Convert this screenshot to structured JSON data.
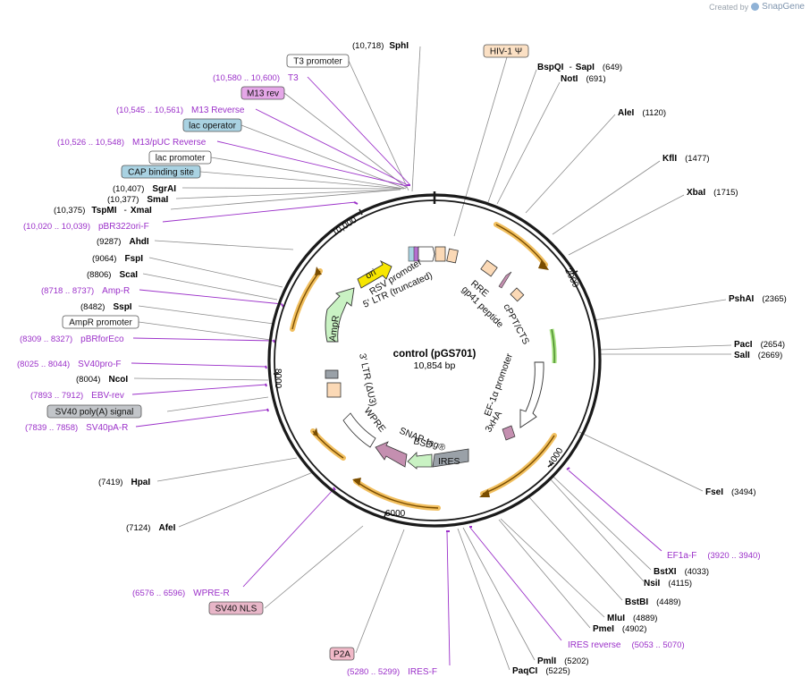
{
  "credit": {
    "prefix": "Created by",
    "brand": "SnapGene"
  },
  "center": {
    "title": "control (pGS701)",
    "subtitle": "10,854 bp"
  },
  "ticks": [
    "2000",
    "4000",
    "6000",
    "8000",
    "10,000"
  ],
  "inner_labels": {
    "rsv": "RSV promoter",
    "ltr5": "5' LTR (truncated)",
    "rre": "RRE",
    "gp41": "gp41 peptide",
    "cppt": "cPPT/CTS",
    "ef1a": "EF-1α promoter",
    "ha": "3xHA",
    "snap": "SNAP-tag®",
    "bsd": "BSD",
    "ires": "IRES",
    "wpre": "WPRE",
    "ltr3": "3' LTR (ΔU3)",
    "ampr": "AmpR",
    "ori": "ori"
  },
  "enzymes": [
    {
      "id": "sphi",
      "name": "SphI",
      "pos": "(10,718)"
    },
    {
      "id": "bspqi",
      "name": "BspQI",
      "sep": "-",
      "name2": "SapI",
      "pos": "(649)"
    },
    {
      "id": "noti",
      "name": "NotI",
      "pos": "(691)"
    },
    {
      "id": "alei",
      "name": "AleI",
      "pos": "(1120)"
    },
    {
      "id": "kfli",
      "name": "KflI",
      "pos": "(1477)"
    },
    {
      "id": "xbai",
      "name": "XbaI",
      "pos": "(1715)"
    },
    {
      "id": "pshai",
      "name": "PshAI",
      "pos": "(2365)"
    },
    {
      "id": "paci",
      "name": "PacI",
      "pos": "(2654)"
    },
    {
      "id": "sali",
      "name": "SalI",
      "pos": "(2669)"
    },
    {
      "id": "fsei",
      "name": "FseI",
      "pos": "(3494)"
    },
    {
      "id": "bstxi",
      "name": "BstXI",
      "pos": "(4033)"
    },
    {
      "id": "nsii",
      "name": "NsiI",
      "pos": "(4115)"
    },
    {
      "id": "bstbi",
      "name": "BstBI",
      "pos": "(4489)"
    },
    {
      "id": "mlui",
      "name": "MluI",
      "pos": "(4889)"
    },
    {
      "id": "pmei",
      "name": "PmeI",
      "pos": "(4902)"
    },
    {
      "id": "pmli",
      "name": "PmlI",
      "pos": "(5202)"
    },
    {
      "id": "paqci",
      "name": "PaqCI",
      "pos": "(5225)"
    },
    {
      "id": "afei",
      "name": "AfeI",
      "pos": "(7124)"
    },
    {
      "id": "hpai",
      "name": "HpaI",
      "pos": "(7419)"
    },
    {
      "id": "ncoi",
      "name": "NcoI",
      "pos": "(8004)"
    },
    {
      "id": "sspi",
      "name": "SspI",
      "pos": "(8482)"
    },
    {
      "id": "scai",
      "name": "ScaI",
      "pos": "(8806)"
    },
    {
      "id": "fspi",
      "name": "FspI",
      "pos": "(9064)"
    },
    {
      "id": "ahdi",
      "name": "AhdI",
      "pos": "(9287)"
    },
    {
      "id": "tspmi",
      "name": "TspMI",
      "sep": "-",
      "name2": "XmaI",
      "pos": "(10,375)"
    },
    {
      "id": "smai",
      "name": "SmaI",
      "pos": "(10,377)"
    },
    {
      "id": "sgrai",
      "name": "SgrAI",
      "pos": "(10,407)"
    }
  ],
  "primers": [
    {
      "id": "t3",
      "name": "T3",
      "pos": "(10,580 .. 10,600)"
    },
    {
      "id": "m13rev",
      "name": "M13 Reverse",
      "pos": "(10,545 .. 10,561)"
    },
    {
      "id": "m13puc",
      "name": "M13/pUC Reverse",
      "pos": "(10,526 .. 10,548)"
    },
    {
      "id": "pbr322",
      "name": "pBR322ori-F",
      "pos": "(10,020 .. 10,039)"
    },
    {
      "id": "ampr",
      "name": "Amp-R",
      "pos": "(8718 .. 8737)"
    },
    {
      "id": "pbrfor",
      "name": "pBRforEco",
      "pos": "(8309 .. 8327)"
    },
    {
      "id": "sv40pro",
      "name": "SV40pro-F",
      "pos": "(8025 .. 8044)"
    },
    {
      "id": "ebv",
      "name": "EBV-rev",
      "pos": "(7893 .. 7912)"
    },
    {
      "id": "sv40pa",
      "name": "SV40pA-R",
      "pos": "(7839 .. 7858)"
    },
    {
      "id": "wpre",
      "name": "WPRE-R",
      "pos": "(6576 .. 6596)"
    },
    {
      "id": "iresf",
      "name": "IRES-F",
      "pos": "(5280 .. 5299)"
    },
    {
      "id": "iresrev",
      "name": "IRES reverse",
      "pos": "(5053 .. 5070)"
    },
    {
      "id": "ef1a",
      "name": "EF1a-F",
      "pos": "(3920 .. 3940)"
    }
  ],
  "feature_boxes": [
    {
      "id": "hiv",
      "text": "HIV-1 Ψ"
    },
    {
      "id": "t3prom",
      "text": "T3 promoter"
    },
    {
      "id": "m13revbox",
      "text": "M13 rev"
    },
    {
      "id": "lacop",
      "text": "lac operator"
    },
    {
      "id": "lacprom",
      "text": "lac promoter"
    },
    {
      "id": "cap",
      "text": "CAP binding site"
    },
    {
      "id": "amprprom",
      "text": "AmpR promoter"
    },
    {
      "id": "sv40polya",
      "text": "SV40 poly(A) signal"
    },
    {
      "id": "sv40nls",
      "text": "SV40 NLS"
    },
    {
      "id": "p2a",
      "text": "P2A"
    }
  ],
  "colors": {
    "ring": "#1a1a1a",
    "orf": "#f0b84c",
    "enzyme_line": "#8a8a8a",
    "primer": "#9b30c9",
    "ori": "#f7e600",
    "ampr": "#c9f2c3",
    "ltr": "#fbd9b6",
    "rre": "#fbd9b6",
    "snap": "#c48fb0",
    "bsd": "#c9f2c3",
    "ires": "#9aa1a8",
    "hiv_box": "#fbe0c4",
    "m13_box": "#e5a7e8",
    "lac_box": "#a9d2e2",
    "sv40pa_box": "#c2c5c9",
    "nls_box": "#e8b6c8",
    "p2a_box": "#f1b9c8"
  }
}
